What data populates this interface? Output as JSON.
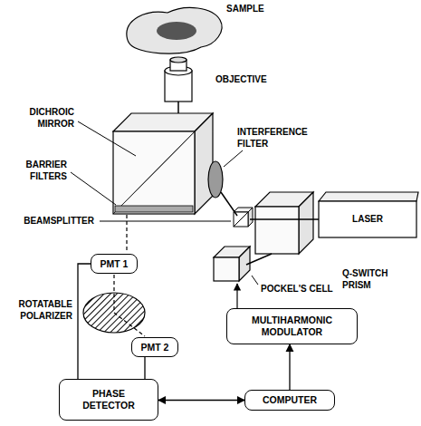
{
  "diagram": {
    "nodes": [
      {
        "text": [
          "PMT 1"
        ]
      },
      {
        "text": [
          "MULTIHARMONIC MODULATOR"
        ]
      },
      {
        "text": [
          "PMT 2"
        ]
      },
      {
        "text": [
          "PHASE DETECTOR"
        ]
      },
      {
        "text": [
          "COMPUTER"
        ]
      }
    ],
    "edges": [
      {
        "from": 0,
        "to": 3,
        "arrow": "none"
      },
      {
        "from": 2,
        "to": 3,
        "arrow": "none"
      },
      {
        "from": 3,
        "to": 4,
        "arrow": "both"
      },
      {
        "from": 4,
        "to": 1,
        "arrow": "to"
      }
    ],
    "labels": [
      "SAMPLE",
      "OBJECTIVE",
      "DICHROIC MIRROR",
      "BARRIER FILTERS",
      "INTERFERENCE FILTER",
      "BEAMSPLITTER",
      "LASER",
      "Q-SWITCH PRISM",
      "POCKEL'S CELL",
      "ROTATABLE POLARIZER"
    ]
  }
}
